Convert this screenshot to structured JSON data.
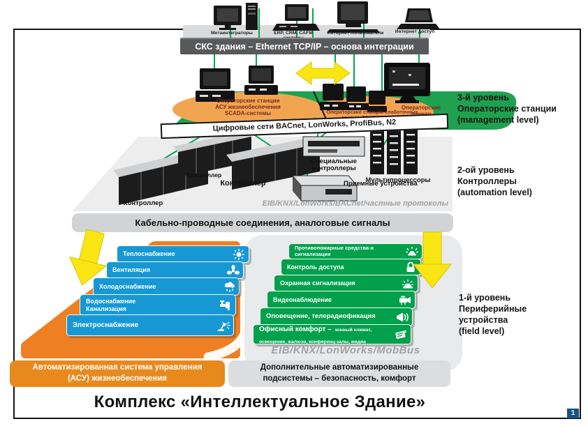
{
  "top": {
    "devices": [
      "Метаинтеграторы",
      "ERP, CRM, CAFM системы",
      "Интернет пользователи",
      "Интернет доступ"
    ],
    "backbone": "СКС здания – Ethernet TCP/IP – основа интеграции"
  },
  "level3": {
    "left_station": "Операторские станции\nАСУ жизнеобеспечения\nSCADA-системы",
    "right_station": "Операторские станции слаботочных\nсистем, SCADA-системы",
    "panels": "Операторские\nпанели",
    "network": "Цифровые сети BACnet, LonWorks, ProfiBus, N2",
    "side": "3-й уровень\nОператорские станции\n(management level)"
  },
  "level2": {
    "controllers": [
      "Контроллер",
      "Контроллер",
      "Контроллер"
    ],
    "special": "Специальные\nконтроллеры",
    "multi": "Мультипроцессоры",
    "receivers": "Приемные устройства",
    "protocols": "EIB/KNX/LonWorks/BACnet/частные протоколы",
    "cable": "Кабельно-проводные соединения, аналоговые сигналы",
    "side": "2-ой уровень\nКонтроллеры\n(automation level)"
  },
  "level1": {
    "blue": [
      {
        "label": "Теплоснабжение",
        "icon": "heating-icon"
      },
      {
        "label": "Вентиляция",
        "icon": "ventilation-icon"
      },
      {
        "label": "Холодоснабжение",
        "icon": "cooling-icon"
      },
      {
        "label": "Водоснабжение\nКанализация",
        "icon": "water-icon"
      },
      {
        "label": "Электроснабжение",
        "icon": "electricity-icon"
      }
    ],
    "green": [
      {
        "label": "Противопожарные средства и сигнализация",
        "icon": "fire-alarm-icon"
      },
      {
        "label": "Контроль доступа",
        "icon": "access-control-icon"
      },
      {
        "label": "Охранная сигнализация",
        "icon": "security-alarm-icon"
      },
      {
        "label": "Видеонаблюдение",
        "icon": "cctv-icon"
      },
      {
        "label": "Оповещение, телерадиофикация",
        "icon": "pa-system-icon"
      },
      {
        "label": "Офисный комфорт –",
        "sub": "зонный климат,\nосвещение, жалюзи, конференц-залы, медиа",
        "icon": "office-comfort-icon"
      }
    ],
    "protocols": "EIB/KNX/LonWorks/MobBus",
    "orange_bar": "Автоматизированная система управления\n(АСУ) жизнеобеспечения",
    "gray_bar": "Дополнительные автоматизированные\nподсистемы – безопасность, комфорт",
    "side": "1-й уровень\nПериферийные\nустройства\n(field level)"
  },
  "footer": {
    "title": "Комплекс «Интеллектуальное Здание»",
    "badge": "1"
  },
  "colors": {
    "blue_item": "#1798D5",
    "green_item": "#00A04C",
    "orange": "#EE8023",
    "yellow_arrow": "#F9E612",
    "green_platform": "#1FA14F",
    "ellipse": "#F2A551",
    "line_green": "#00A651"
  }
}
